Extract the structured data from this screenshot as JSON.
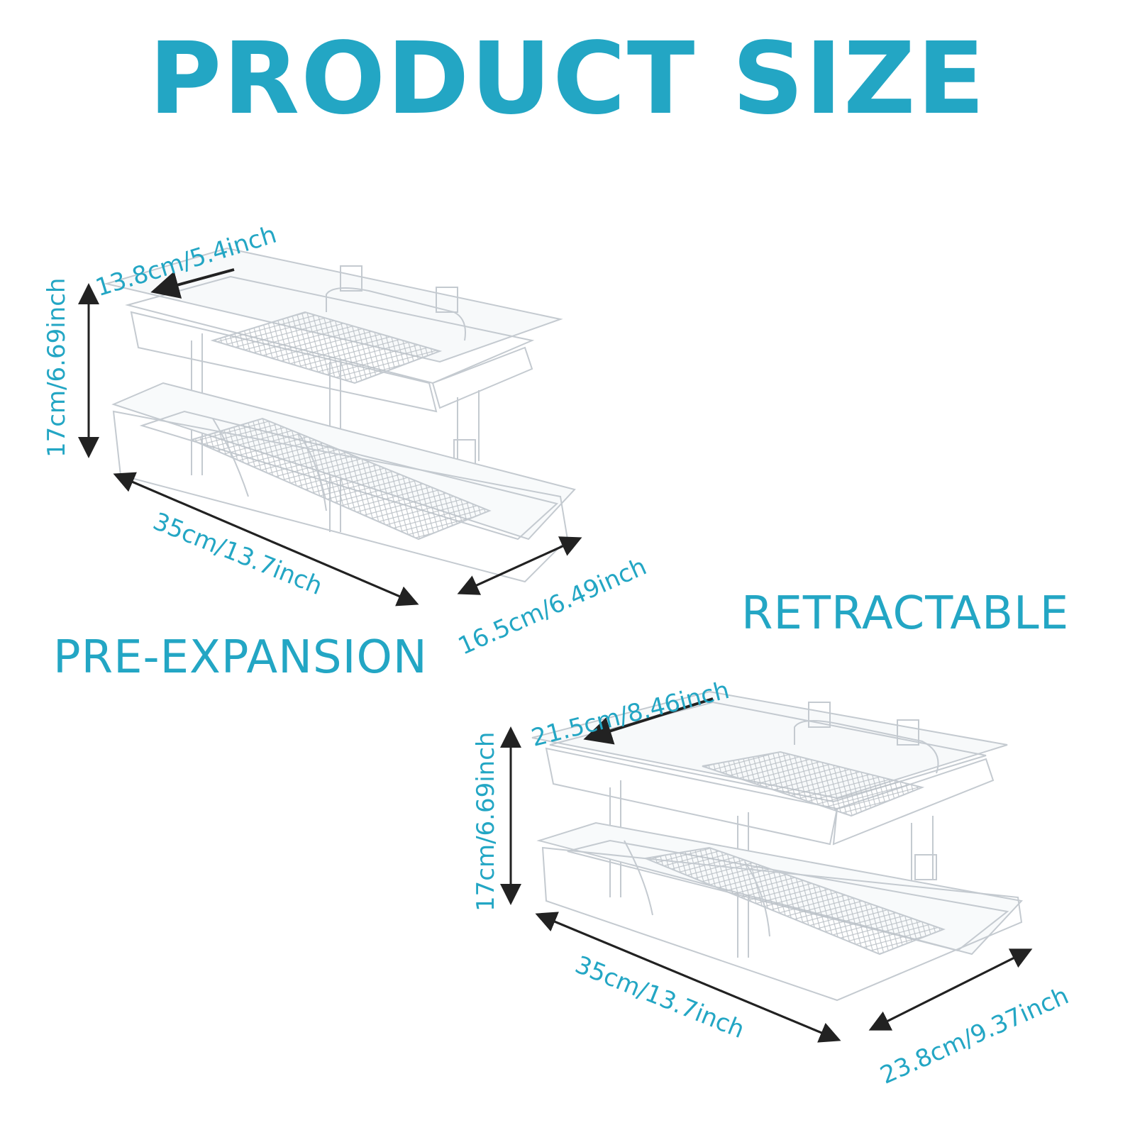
{
  "title": "PRODUCT SIZE",
  "pre_expansion": {
    "label": "PRE-EXPANSION",
    "depth": "13.8cm/5.4inch",
    "height": "17cm/6.69inch",
    "length": "35cm/13.7inch",
    "width": "16.5cm/6.49inch"
  },
  "retractable": {
    "label": "RETRACTABLE",
    "depth": "21.5cm/8.46inch",
    "height": "17cm/6.69inch",
    "length": "35cm/13.7inch",
    "width": "23.8cm/9.37inch"
  },
  "colors": {
    "accent": "#23a6c4",
    "arrow": "#222222",
    "shelf": "#c8cdd2"
  }
}
